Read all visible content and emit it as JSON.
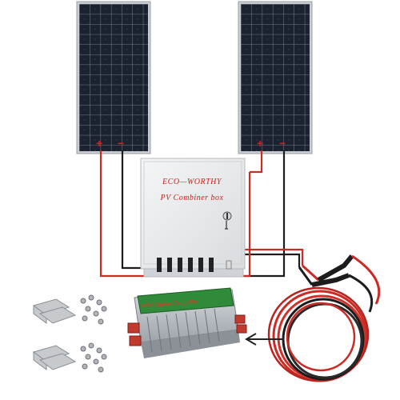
{
  "combiner_box": {
    "brand": "ECO—WORTHY",
    "title": "PV Combiner box"
  },
  "panels": [
    {
      "plus": "+",
      "minus": "−"
    },
    {
      "plus": "+",
      "minus": "−"
    }
  ],
  "controller": {
    "label": "Solar Charge Controller"
  },
  "colors": {
    "cable_red": "#cc2a24",
    "cable_black": "#1c1c1c",
    "panel_cell": "#1b2230",
    "box_body": "#eceef0",
    "controller_green": "#2f8a3a"
  }
}
